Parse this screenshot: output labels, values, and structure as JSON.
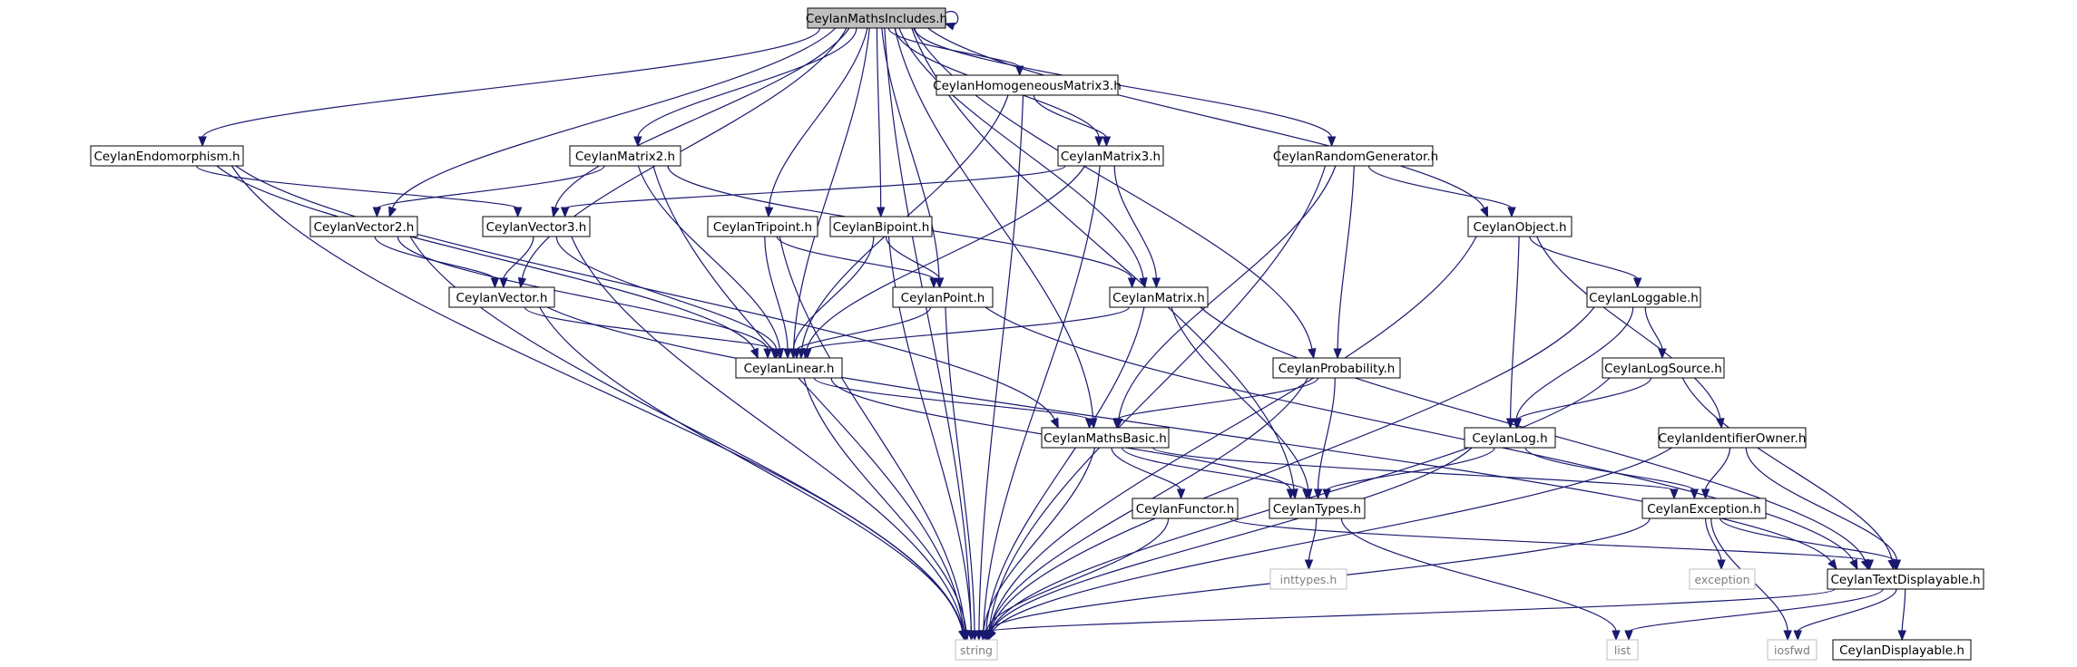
{
  "colors": {
    "edge": "#191970",
    "node_border": "#000000",
    "node_fill": "#ffffff",
    "root_fill": "#bfbfbf",
    "external_border": "#bfbfbf",
    "external_text": "#7f7f7f"
  },
  "nodes": [
    {
      "id": "includes",
      "label": "CeylanMathsIncludes.h",
      "kind": "root"
    },
    {
      "id": "homog3",
      "label": "CeylanHomogeneousMatrix3.h",
      "kind": "header"
    },
    {
      "id": "endo",
      "label": "CeylanEndomorphism.h",
      "kind": "header"
    },
    {
      "id": "matrix2",
      "label": "CeylanMatrix2.h",
      "kind": "header"
    },
    {
      "id": "matrix3",
      "label": "CeylanMatrix3.h",
      "kind": "header"
    },
    {
      "id": "random",
      "label": "CeylanRandomGenerator.h",
      "kind": "header"
    },
    {
      "id": "vector2",
      "label": "CeylanVector2.h",
      "kind": "header"
    },
    {
      "id": "vector3",
      "label": "CeylanVector3.h",
      "kind": "header"
    },
    {
      "id": "tripoint",
      "label": "CeylanTripoint.h",
      "kind": "header"
    },
    {
      "id": "bipoint",
      "label": "CeylanBipoint.h",
      "kind": "header"
    },
    {
      "id": "object",
      "label": "CeylanObject.h",
      "kind": "header"
    },
    {
      "id": "vector",
      "label": "CeylanVector.h",
      "kind": "header"
    },
    {
      "id": "point",
      "label": "CeylanPoint.h",
      "kind": "header"
    },
    {
      "id": "matrix",
      "label": "CeylanMatrix.h",
      "kind": "header"
    },
    {
      "id": "loggable",
      "label": "CeylanLoggable.h",
      "kind": "header"
    },
    {
      "id": "linear",
      "label": "CeylanLinear.h",
      "kind": "header"
    },
    {
      "id": "probability",
      "label": "CeylanProbability.h",
      "kind": "header"
    },
    {
      "id": "logsource",
      "label": "CeylanLogSource.h",
      "kind": "header"
    },
    {
      "id": "mathsbasic",
      "label": "CeylanMathsBasic.h",
      "kind": "header"
    },
    {
      "id": "log",
      "label": "CeylanLog.h",
      "kind": "header"
    },
    {
      "id": "idowner",
      "label": "CeylanIdentifierOwner.h",
      "kind": "header"
    },
    {
      "id": "functor",
      "label": "CeylanFunctor.h",
      "kind": "header"
    },
    {
      "id": "types",
      "label": "CeylanTypes.h",
      "kind": "header"
    },
    {
      "id": "exception",
      "label": "CeylanException.h",
      "kind": "header"
    },
    {
      "id": "inttypes",
      "label": "inttypes.h",
      "kind": "external"
    },
    {
      "id": "exception_std",
      "label": "exception",
      "kind": "external"
    },
    {
      "id": "textdisp",
      "label": "CeylanTextDisplayable.h",
      "kind": "header"
    },
    {
      "id": "string",
      "label": "string",
      "kind": "external"
    },
    {
      "id": "list",
      "label": "list",
      "kind": "external"
    },
    {
      "id": "iosfwd",
      "label": "iosfwd",
      "kind": "external"
    },
    {
      "id": "displayable",
      "label": "CeylanDisplayable.h",
      "kind": "header"
    }
  ],
  "edges": [
    [
      "includes",
      "includes"
    ],
    [
      "includes",
      "homog3"
    ],
    [
      "includes",
      "endo"
    ],
    [
      "includes",
      "matrix2"
    ],
    [
      "includes",
      "matrix3"
    ],
    [
      "includes",
      "random"
    ],
    [
      "includes",
      "vector2"
    ],
    [
      "includes",
      "vector3"
    ],
    [
      "includes",
      "tripoint"
    ],
    [
      "includes",
      "bipoint"
    ],
    [
      "includes",
      "object"
    ],
    [
      "includes",
      "vector"
    ],
    [
      "includes",
      "point"
    ],
    [
      "includes",
      "matrix"
    ],
    [
      "includes",
      "linear"
    ],
    [
      "includes",
      "probability"
    ],
    [
      "includes",
      "mathsbasic"
    ],
    [
      "includes",
      "types"
    ],
    [
      "includes",
      "string"
    ],
    [
      "homog3",
      "string"
    ],
    [
      "homog3",
      "matrix3"
    ],
    [
      "homog3",
      "linear"
    ],
    [
      "endo",
      "string"
    ],
    [
      "endo",
      "vector3"
    ],
    [
      "endo",
      "linear"
    ],
    [
      "endo",
      "mathsbasic"
    ],
    [
      "matrix2",
      "vector2"
    ],
    [
      "matrix2",
      "linear"
    ],
    [
      "matrix2",
      "matrix"
    ],
    [
      "matrix2",
      "string"
    ],
    [
      "matrix3",
      "vector3"
    ],
    [
      "matrix3",
      "matrix"
    ],
    [
      "matrix3",
      "linear"
    ],
    [
      "matrix3",
      "string"
    ],
    [
      "random",
      "object"
    ],
    [
      "random",
      "probability"
    ],
    [
      "random",
      "mathsbasic"
    ],
    [
      "random",
      "string"
    ],
    [
      "vector2",
      "vector"
    ],
    [
      "vector2",
      "linear"
    ],
    [
      "vector2",
      "string"
    ],
    [
      "vector3",
      "vector"
    ],
    [
      "vector3",
      "linear"
    ],
    [
      "vector3",
      "string"
    ],
    [
      "tripoint",
      "point"
    ],
    [
      "tripoint",
      "linear"
    ],
    [
      "tripoint",
      "string"
    ],
    [
      "bipoint",
      "point"
    ],
    [
      "bipoint",
      "linear"
    ],
    [
      "bipoint",
      "string"
    ],
    [
      "object",
      "loggable"
    ],
    [
      "object",
      "log"
    ],
    [
      "object",
      "idowner"
    ],
    [
      "object",
      "string"
    ],
    [
      "vector",
      "linear"
    ],
    [
      "vector",
      "string"
    ],
    [
      "vector",
      "textdisp"
    ],
    [
      "point",
      "linear"
    ],
    [
      "point",
      "string"
    ],
    [
      "point",
      "textdisp"
    ],
    [
      "matrix",
      "linear"
    ],
    [
      "matrix",
      "types"
    ],
    [
      "matrix",
      "string"
    ],
    [
      "matrix",
      "textdisp"
    ],
    [
      "loggable",
      "logsource"
    ],
    [
      "loggable",
      "log"
    ],
    [
      "loggable",
      "string"
    ],
    [
      "linear",
      "mathsbasic"
    ],
    [
      "linear",
      "types"
    ],
    [
      "linear",
      "string"
    ],
    [
      "probability",
      "mathsbasic"
    ],
    [
      "probability",
      "types"
    ],
    [
      "probability",
      "string"
    ],
    [
      "logsource",
      "log"
    ],
    [
      "logsource",
      "textdisp"
    ],
    [
      "logsource",
      "string"
    ],
    [
      "mathsbasic",
      "functor"
    ],
    [
      "mathsbasic",
      "types"
    ],
    [
      "mathsbasic",
      "exception"
    ],
    [
      "mathsbasic",
      "string"
    ],
    [
      "log",
      "types"
    ],
    [
      "log",
      "exception"
    ],
    [
      "log",
      "string"
    ],
    [
      "idowner",
      "exception"
    ],
    [
      "idowner",
      "textdisp"
    ],
    [
      "idowner",
      "string"
    ],
    [
      "functor",
      "textdisp"
    ],
    [
      "functor",
      "string"
    ],
    [
      "types",
      "inttypes"
    ],
    [
      "types",
      "list"
    ],
    [
      "exception",
      "exception_std"
    ],
    [
      "exception",
      "textdisp"
    ],
    [
      "exception",
      "iosfwd"
    ],
    [
      "exception",
      "string"
    ],
    [
      "textdisp",
      "string"
    ],
    [
      "textdisp",
      "list"
    ],
    [
      "textdisp",
      "iosfwd"
    ],
    [
      "textdisp",
      "displayable"
    ]
  ]
}
